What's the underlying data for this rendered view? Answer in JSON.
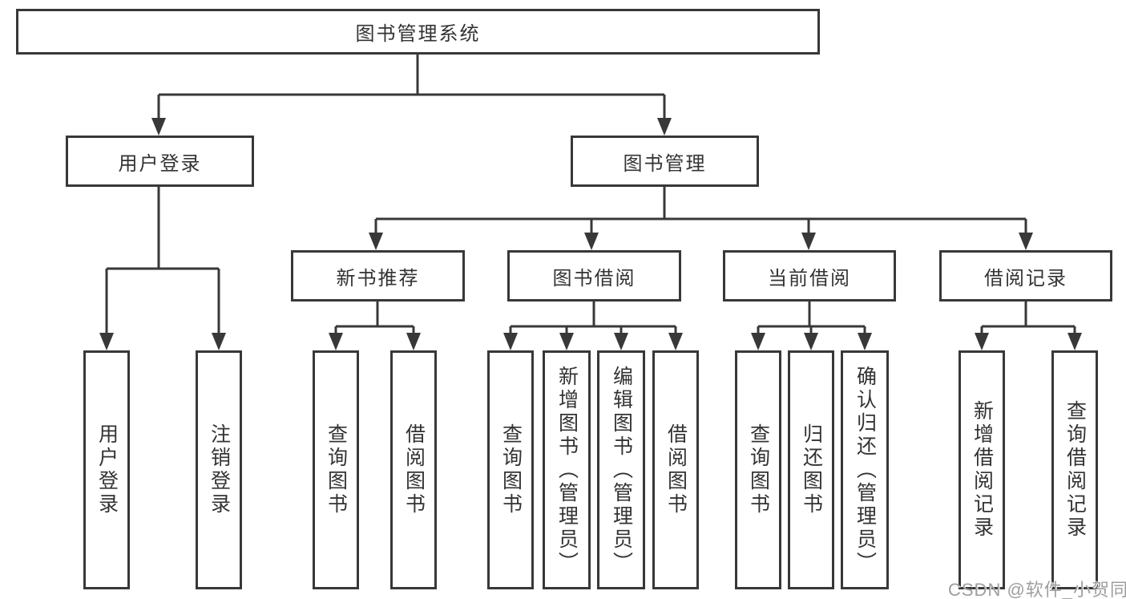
{
  "diagram": {
    "root": {
      "label": "图书管理系统"
    },
    "branches": [
      {
        "label": "用户登录",
        "children": [
          {
            "label": "用户登录"
          },
          {
            "label": "注销登录"
          }
        ]
      },
      {
        "label": "图书管理",
        "groups": [
          {
            "label": "新书推荐",
            "children": [
              {
                "label": "查询图书"
              },
              {
                "label": "借阅图书"
              }
            ]
          },
          {
            "label": "图书借阅",
            "children": [
              {
                "label": "查询图书"
              },
              {
                "label": "新增图书（管理员）"
              },
              {
                "label": "编辑图书（管理员）"
              },
              {
                "label": "借阅图书"
              }
            ]
          },
          {
            "label": "当前借阅",
            "children": [
              {
                "label": "查询图书"
              },
              {
                "label": "归还图书"
              },
              {
                "label": "确认归还（管理员）"
              }
            ]
          },
          {
            "label": "借阅记录",
            "children": [
              {
                "label": "新增借阅记录"
              },
              {
                "label": "查询借阅记录"
              }
            ]
          }
        ]
      }
    ]
  },
  "watermark": {
    "text": "CSDN @软件_小贺同学"
  },
  "colors": {
    "line": "#383838",
    "text": "#333333",
    "watermark": "#9e9e9e",
    "background": "#ffffff"
  }
}
